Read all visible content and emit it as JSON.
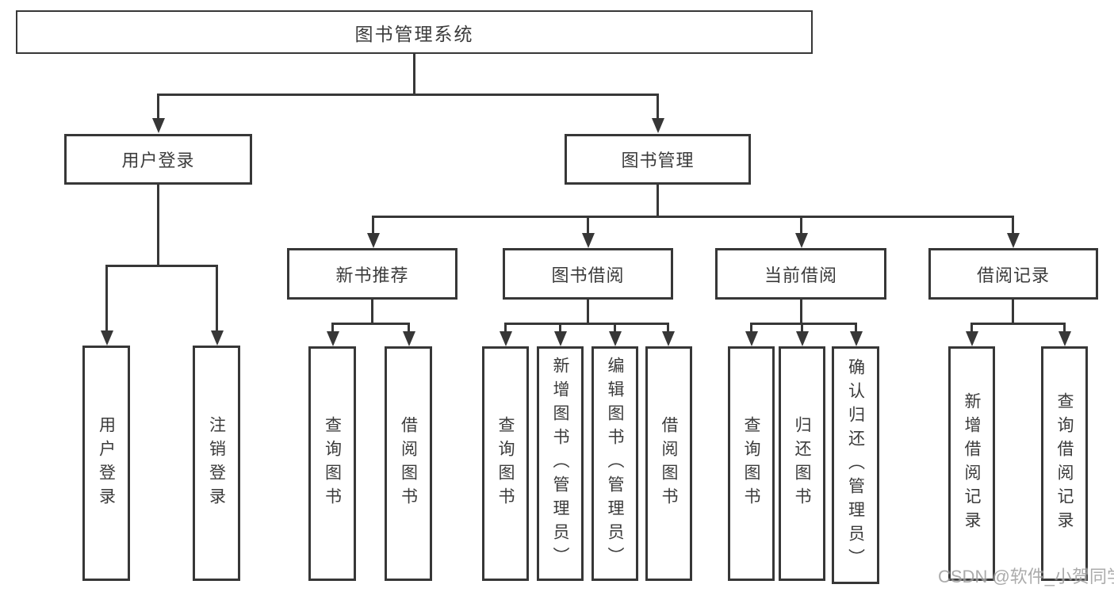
{
  "tree": {
    "root": "图书管理系统",
    "branches": [
      {
        "label": "用户登录",
        "children": [
          "用户登录",
          "注销登录"
        ]
      },
      {
        "label": "图书管理",
        "groups": [
          {
            "label": "新书推荐",
            "children": [
              "查询图书",
              "借阅图书"
            ]
          },
          {
            "label": "图书借阅",
            "children": [
              "查询图书",
              "新增图书（管理员）",
              "编辑图书（管理员）",
              "借阅图书"
            ]
          },
          {
            "label": "当前借阅",
            "children": [
              "查询图书",
              "归还图书",
              "确认归还（管理员）"
            ]
          },
          {
            "label": "借阅记录",
            "children": [
              "新增借阅记录",
              "查询借阅记录"
            ]
          }
        ]
      }
    ]
  },
  "watermark": "CSDN @软件_小贺同学",
  "colors": {
    "line": "#373737",
    "text": "#3b3b3b",
    "watermark": "#9d9d9d",
    "background": "#ffffff"
  }
}
